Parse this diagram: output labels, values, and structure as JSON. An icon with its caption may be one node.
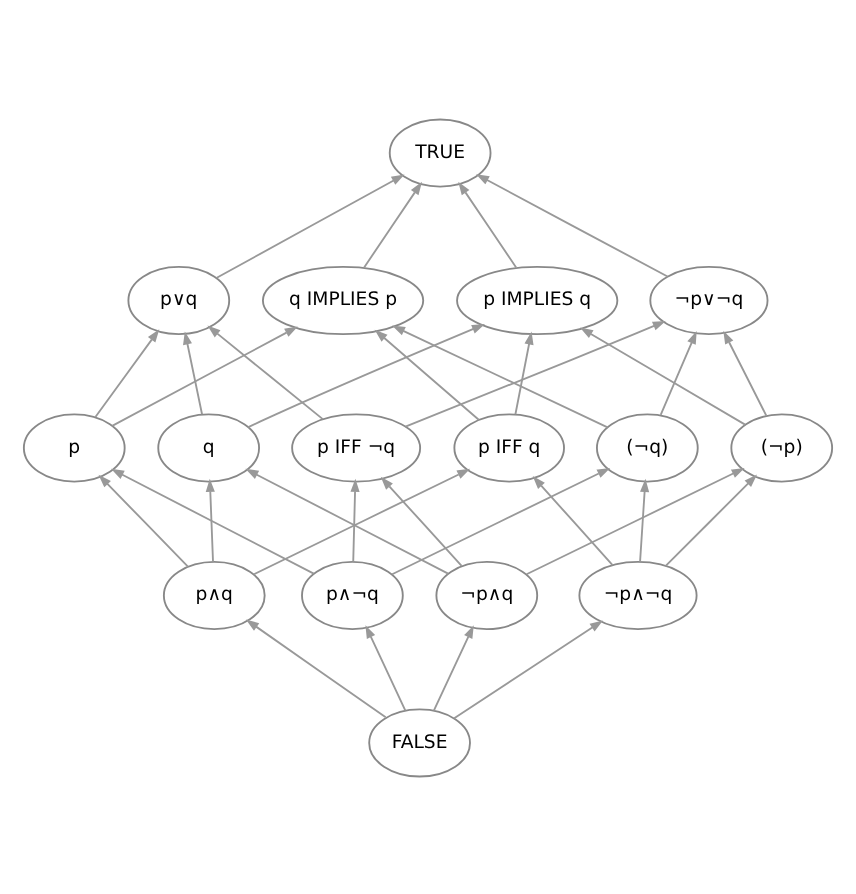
{
  "diagram": {
    "nodes": [
      {
        "text": [
          "TRUE"
        ]
      },
      {
        "text": [
          "p∨q"
        ]
      },
      {
        "text": [
          "q IMPLIES p"
        ]
      },
      {
        "text": [
          "p IMPLIES q"
        ]
      },
      {
        "text": [
          "¬p∨¬q"
        ]
      },
      {
        "text": [
          "p"
        ]
      },
      {
        "text": [
          "q"
        ]
      },
      {
        "text": [
          "p IFF q"
        ]
      },
      {
        "text": [
          "p IFF ¬q"
        ]
      },
      {
        "text": [
          "(¬q)"
        ]
      },
      {
        "text": [
          "(¬p)"
        ]
      },
      {
        "text": [
          "p∧q"
        ]
      },
      {
        "text": [
          "p∧¬q"
        ]
      },
      {
        "text": [
          "¬p∧q"
        ]
      },
      {
        "text": [
          "¬p∧¬q"
        ]
      },
      {
        "text": [
          "FALSE"
        ]
      }
    ],
    "edges": [
      {
        "from": 1,
        "to": 0,
        "arrow": "to"
      },
      {
        "from": 2,
        "to": 0,
        "arrow": "to"
      },
      {
        "from": 3,
        "to": 0,
        "arrow": "to"
      },
      {
        "from": 4,
        "to": 0,
        "arrow": "to"
      },
      {
        "from": 5,
        "to": 1,
        "arrow": "to"
      },
      {
        "from": 5,
        "to": 2,
        "arrow": "to"
      },
      {
        "from": 6,
        "to": 1,
        "arrow": "to"
      },
      {
        "from": 6,
        "to": 3,
        "arrow": "to"
      },
      {
        "from": 7,
        "to": 2,
        "arrow": "to"
      },
      {
        "from": 7,
        "to": 3,
        "arrow": "to"
      },
      {
        "from": 8,
        "to": 1,
        "arrow": "to"
      },
      {
        "from": 8,
        "to": 4,
        "arrow": "to"
      },
      {
        "from": 9,
        "to": 2,
        "arrow": "to"
      },
      {
        "from": 9,
        "to": 4,
        "arrow": "to"
      },
      {
        "from": 10,
        "to": 3,
        "arrow": "to"
      },
      {
        "from": 10,
        "to": 4,
        "arrow": "to"
      },
      {
        "from": 11,
        "to": 5,
        "arrow": "to"
      },
      {
        "from": 11,
        "to": 6,
        "arrow": "to"
      },
      {
        "from": 11,
        "to": 7,
        "arrow": "to"
      },
      {
        "from": 12,
        "to": 5,
        "arrow": "to"
      },
      {
        "from": 12,
        "to": 8,
        "arrow": "to"
      },
      {
        "from": 12,
        "to": 9,
        "arrow": "to"
      },
      {
        "from": 13,
        "to": 6,
        "arrow": "to"
      },
      {
        "from": 13,
        "to": 8,
        "arrow": "to"
      },
      {
        "from": 13,
        "to": 10,
        "arrow": "to"
      },
      {
        "from": 14,
        "to": 7,
        "arrow": "to"
      },
      {
        "from": 14,
        "to": 9,
        "arrow": "to"
      },
      {
        "from": 14,
        "to": 10,
        "arrow": "to"
      },
      {
        "from": 15,
        "to": 11,
        "arrow": "to"
      },
      {
        "from": 15,
        "to": 12,
        "arrow": "to"
      },
      {
        "from": 15,
        "to": 13,
        "arrow": "to"
      },
      {
        "from": 15,
        "to": 14,
        "arrow": "to"
      }
    ]
  }
}
